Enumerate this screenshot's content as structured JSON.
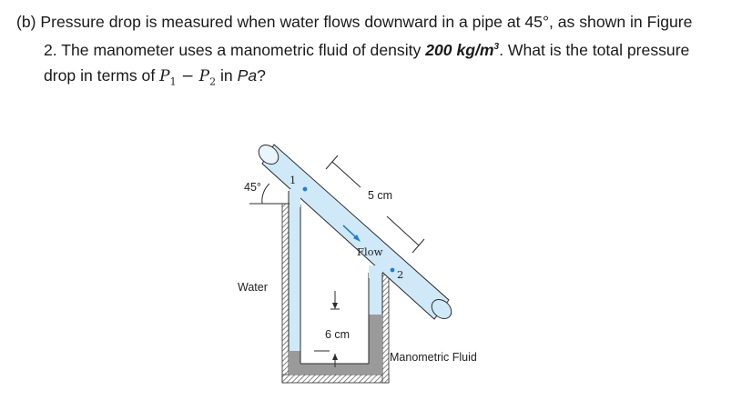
{
  "question": {
    "part": "(b)",
    "line1": "Pressure drop is measured when water flows downward in a pipe at 45°, as shown in Figure",
    "line2_a": "2. The manometer uses a manometric fluid of density ",
    "line2_density": "200 kg/m",
    "line2_density_exp": "3",
    "line2_b": ".  What is the total pressure",
    "line3_a": "drop in terms of ",
    "p1": "P",
    "p1_sub": "1",
    "minus": " − ",
    "p2": "P",
    "p2_sub": "2",
    "line3_b": "  in ",
    "unit": "Pa",
    "line3_end": "?"
  },
  "figure": {
    "angle_label": "45°",
    "point1_label": "1",
    "point2_label": "2",
    "length_label": "5 cm",
    "flow_label": "Flow",
    "water_label": "Water",
    "height_label": "6 cm",
    "manometric_label": "Manometric Fluid",
    "colors": {
      "pipe_fill": "#cfe9f8",
      "outline": "#2b2b2b",
      "point": "#1f7fd6",
      "flow_arrow": "#1f7fd6",
      "manometric_fluid": "#9a9a9a"
    }
  }
}
